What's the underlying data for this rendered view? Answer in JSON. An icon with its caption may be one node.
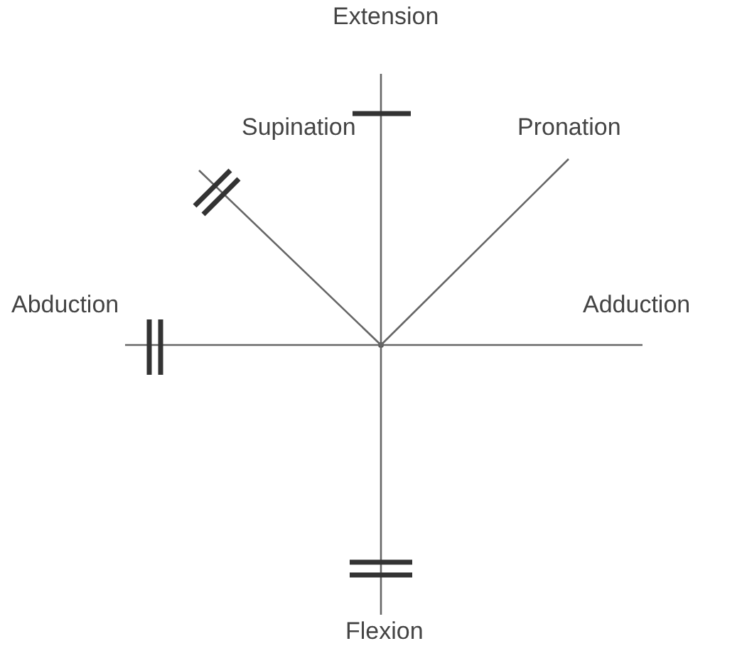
{
  "diagram": {
    "nodes": [
      {
        "text": [
          "Extension"
        ]
      },
      {
        "text": [
          "Supination"
        ]
      },
      {
        "text": [
          "Pronation"
        ]
      },
      {
        "text": [
          "Abduction"
        ]
      },
      {
        "text": [
          "Adduction"
        ]
      },
      {
        "text": [
          "Flexion"
        ]
      },
      {
        "text": [],
        "shape": "point"
      }
    ],
    "edges": [
      {
        "from": 6,
        "to": 0,
        "arrow": "none"
      },
      {
        "from": 6,
        "to": 1,
        "arrow": "none"
      },
      {
        "from": 6,
        "to": 2,
        "arrow": "none"
      },
      {
        "from": 6,
        "to": 3,
        "arrow": "none"
      },
      {
        "from": 6,
        "to": 4,
        "arrow": "none"
      },
      {
        "from": 6,
        "to": 5,
        "arrow": "none"
      }
    ]
  }
}
